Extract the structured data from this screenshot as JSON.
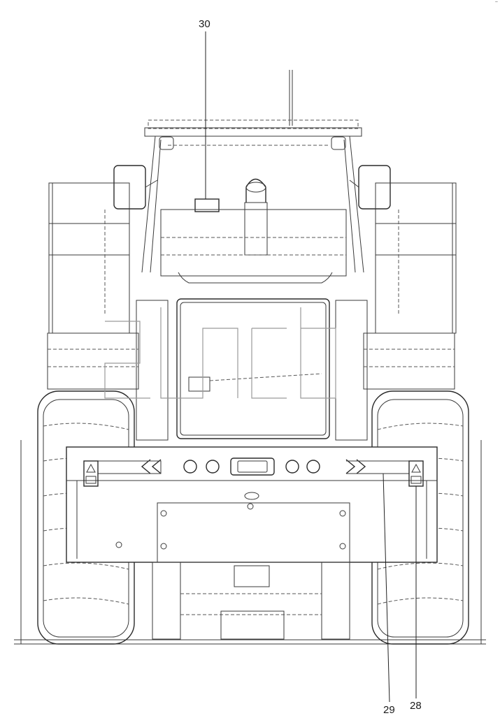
{
  "callouts": {
    "c30": "30",
    "c29": "29",
    "c28": "28"
  },
  "corner_mark": "~",
  "colors": {
    "line": "#3a3a3a",
    "background": "#ffffff",
    "watermark": "#9a9a9a"
  }
}
